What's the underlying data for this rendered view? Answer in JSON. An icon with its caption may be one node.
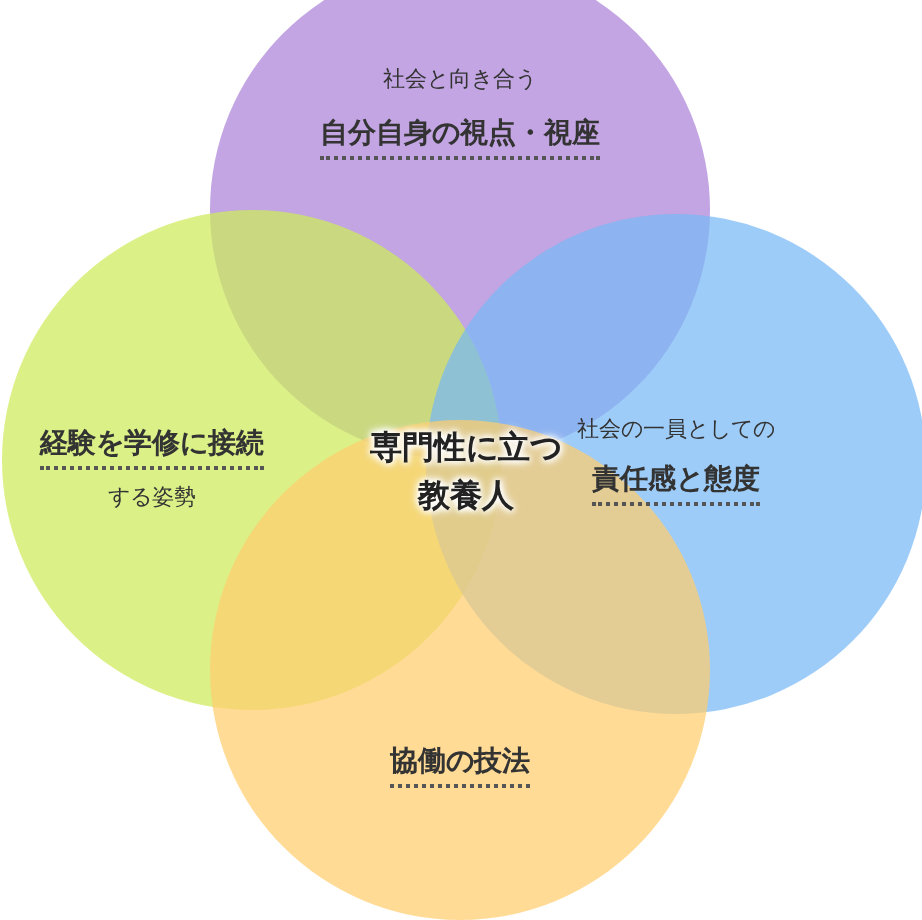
{
  "diagram": {
    "nodes": [
      {
        "text": [
          "社会と向き合う",
          "自分自身の視点・視座"
        ]
      },
      {
        "text": [
          "経験を学修に接続",
          "する姿勢"
        ]
      },
      {
        "text": [
          "社会の一員としての",
          "責任感と態度"
        ]
      },
      {
        "text": [
          "協働の技法"
        ]
      }
    ],
    "labels": [
      "専門性に立つ教養人"
    ]
  }
}
